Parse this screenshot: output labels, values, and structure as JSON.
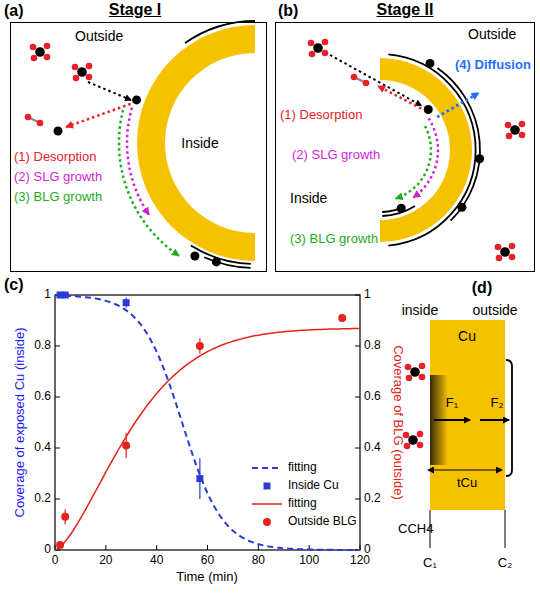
{
  "diagram": {
    "nodes": [
      {
        "text": [
          "(a)",
          "Stage I"
        ]
      },
      {
        "text": [
          "(b)",
          "Stage II"
        ]
      }
    ],
    "labels": [
      "Outside",
      "Inside",
      "(1) Desorption",
      "(2) SLG growth",
      "(3) BLG growth",
      "Outside",
      "Inside",
      "(1) Desorption",
      "(2) SLG growth",
      "(3) BLG growth",
      "(4) Diffusion",
      "(c)",
      "Coverage of exposed Cu (inside)",
      "Coverage of BLG (outside)",
      "Time (min)",
      "0",
      "0.2",
      "0.4",
      "0.6",
      "0.8",
      "1",
      "0",
      "0.2",
      "0.4",
      "0.6",
      "0.8",
      "1",
      "0",
      "20",
      "40",
      "60",
      "80",
      "100",
      "120",
      "(d)",
      "inside",
      "outside",
      "Cu",
      "F₁",
      "F₂",
      "tCu",
      "CCH4",
      "C₁",
      "C₂"
    ],
    "legend": [
      {
        "text": "fitting"
      },
      {
        "text": "Inside Cu"
      },
      {
        "text": "fitting"
      },
      {
        "text": "Outside BLG"
      }
    ]
  }
}
